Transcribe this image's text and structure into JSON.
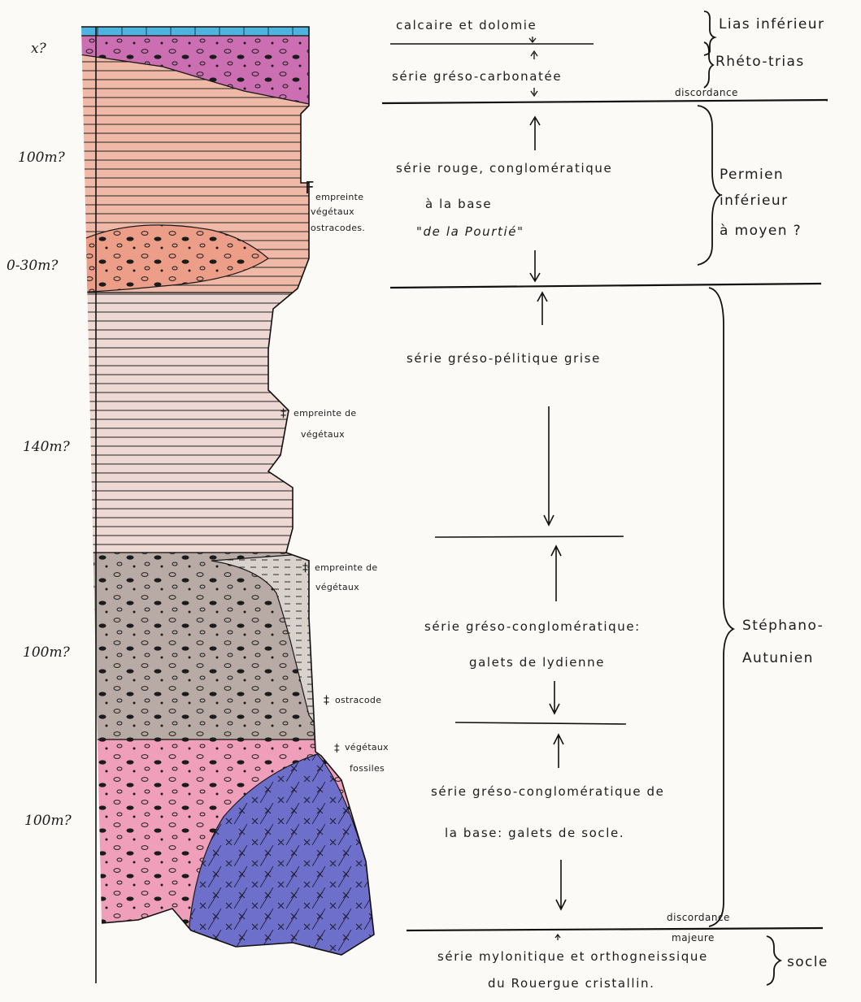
{
  "thicknesses": [
    "x?",
    "100m?",
    "0-30m?",
    "140m?",
    "100m?",
    "100m?"
  ],
  "annotations": {
    "ann1": [
      "empreinte",
      "végétaux",
      "ostracodes."
    ],
    "ann2": [
      "empreinte de",
      "végétaux"
    ],
    "ann3": [
      "empreinte de",
      "végétaux"
    ],
    "ann4": "ostracode",
    "ann5": [
      "végétaux",
      "fossiles"
    ]
  },
  "series": {
    "s_calc": "calcaire et dolomie",
    "s_greso_carb": "série gréso-carbonatée",
    "discordance_1": "discordance",
    "s_rouge": [
      "série rouge, conglomératique",
      "à la base",
      "\"de la Pourtié\""
    ],
    "s_grise": "série gréso-pélitique grise",
    "s_greso_cong": [
      "série gréso-conglomératique:",
      "galets de lydienne"
    ],
    "s_base": [
      "série gréso-conglomératique de",
      "la base: galets de socle."
    ],
    "discordance_2": [
      "discordance",
      "majeure"
    ],
    "s_myl": [
      "série mylonitique et orthogneissique",
      "du Rouergue cristallin."
    ]
  },
  "stages": {
    "lias": "Lias inférieur",
    "rhetotrias": "Rhéto-trias",
    "permien": [
      "Permien",
      "inférieur",
      "à moyen ?"
    ],
    "stephano": [
      "Stéphano-",
      "Autunien"
    ],
    "socle": "socle"
  },
  "colors": {
    "limestone": "#4fb3df",
    "rheto": "#cc6fb2",
    "permian_red": "#f0b9a7",
    "grey_series": "#eed8d4",
    "conglo_grey": "#b8aba6",
    "pink_base": "#ef9fb9",
    "crystalline": "#6e6fcb"
  }
}
